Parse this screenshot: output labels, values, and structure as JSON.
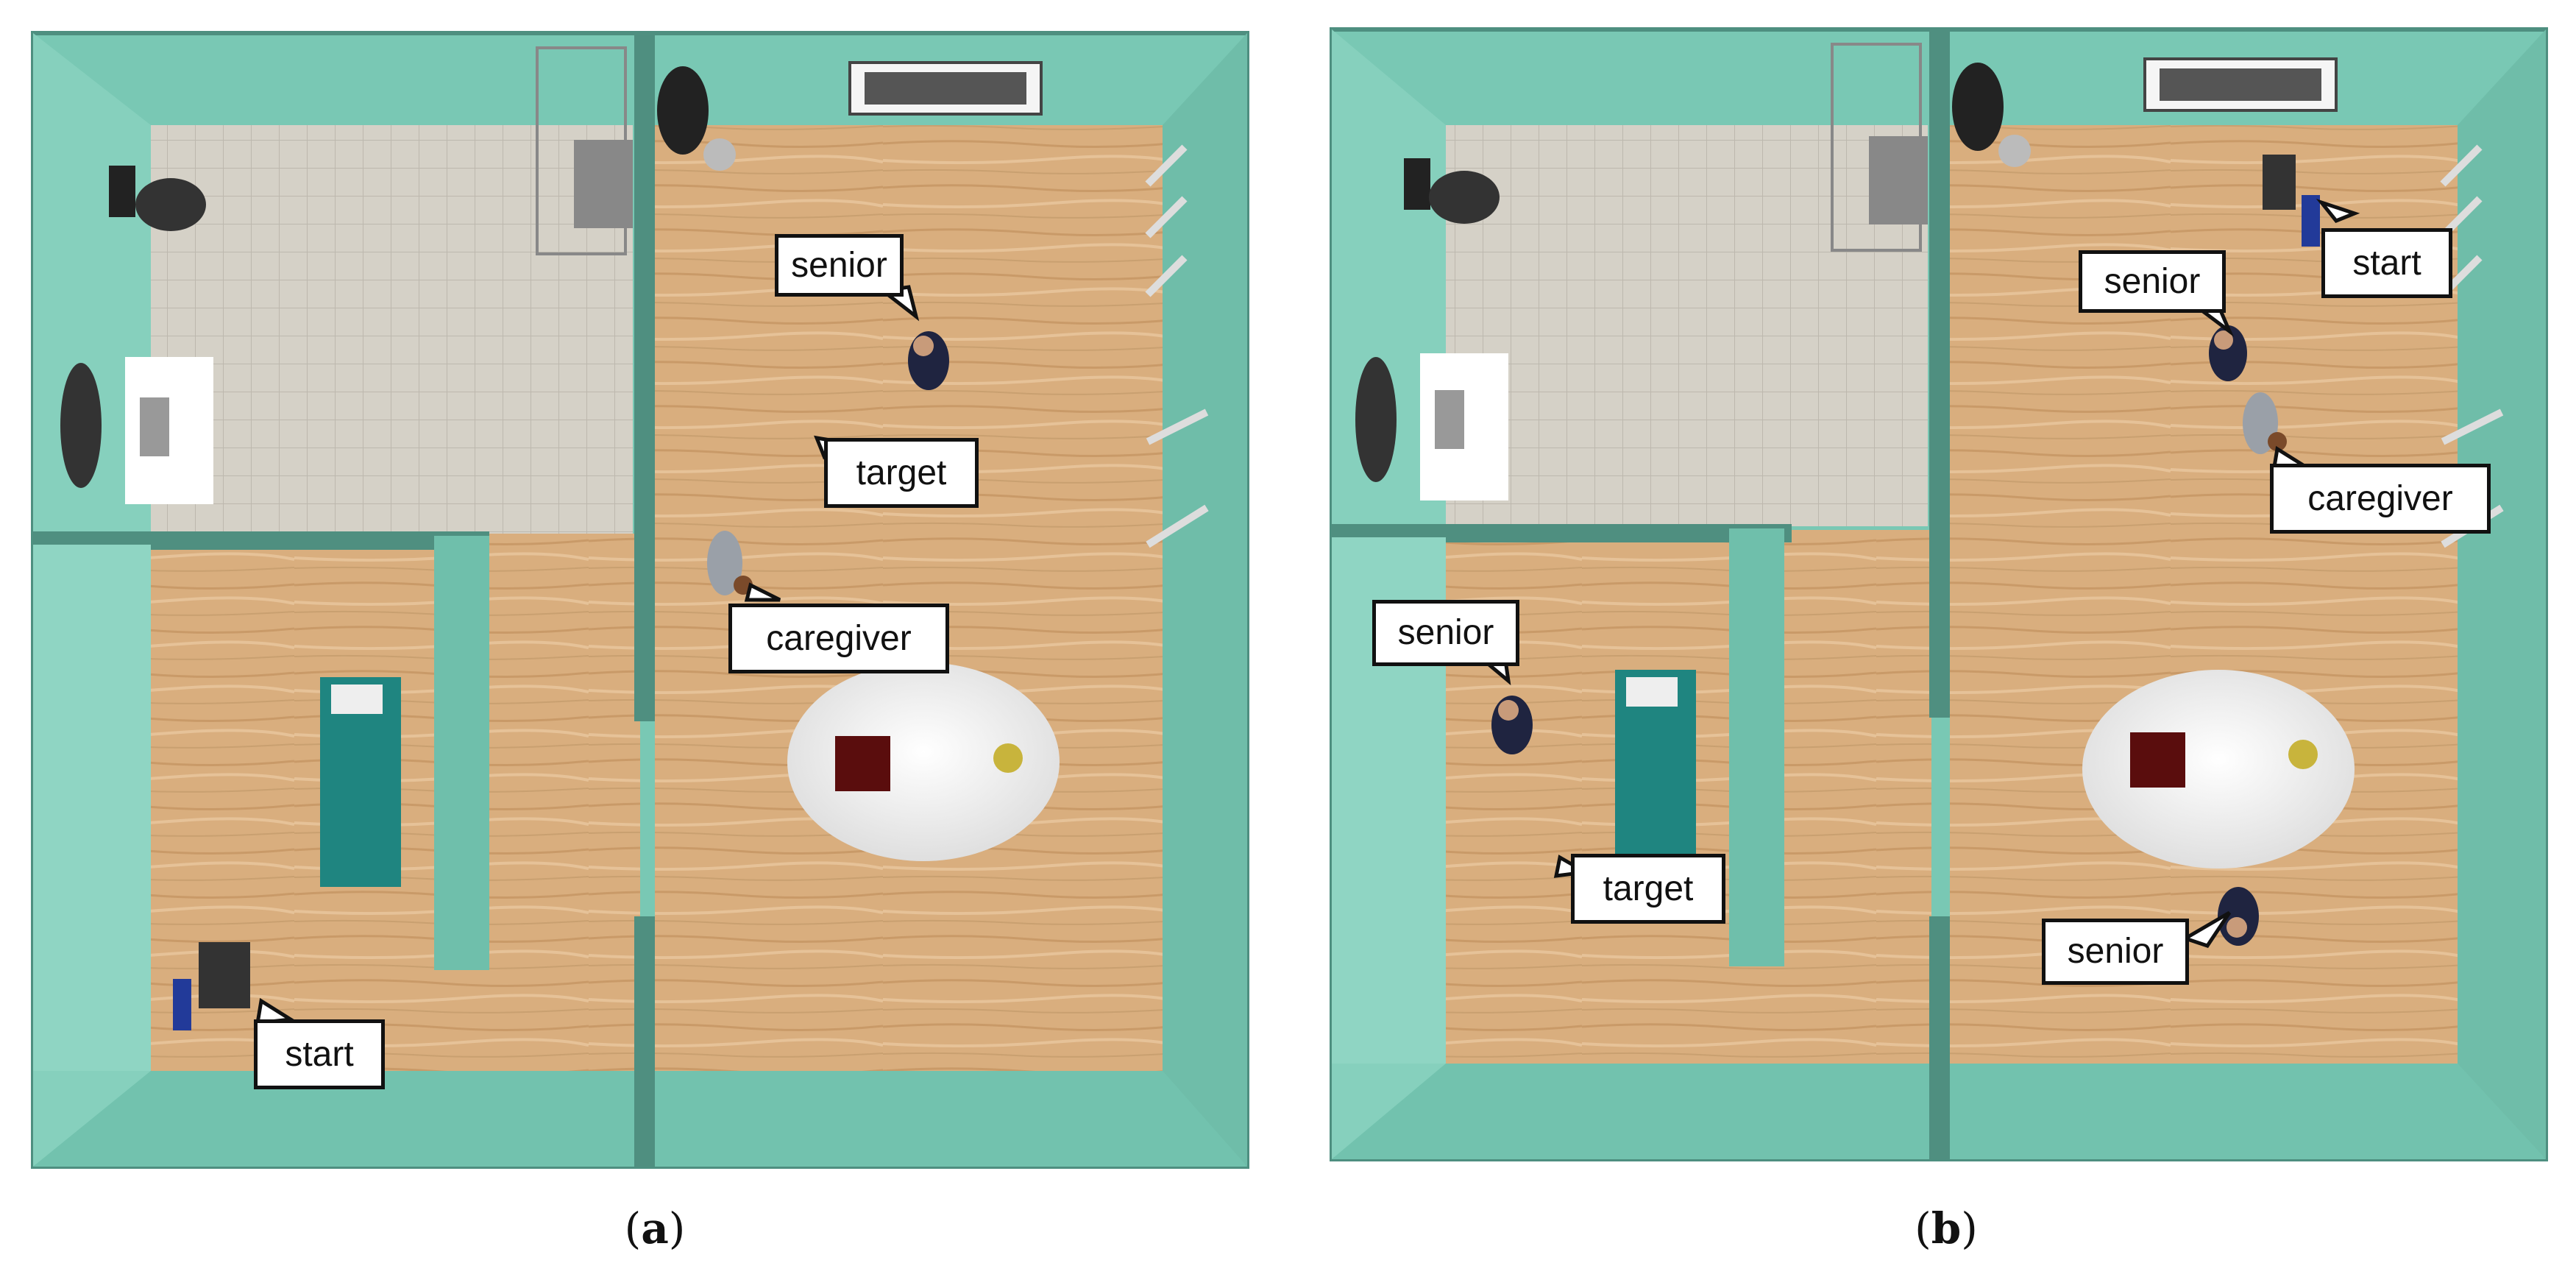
{
  "panels": [
    {
      "caption": {
        "open": "(",
        "letter": "a",
        "close": ")"
      },
      "labels": {
        "senior": "senior",
        "target": "target",
        "caregiver": "caregiver",
        "start": "start"
      }
    },
    {
      "caption": {
        "open": "(",
        "letter": "b",
        "close": ")"
      },
      "labels": {
        "start": "start",
        "senior_top": "senior",
        "caregiver": "caregiver",
        "senior_left": "senior",
        "target": "target",
        "senior_bottom": "senior"
      }
    }
  ],
  "colors": {
    "wall": "#79c8b4",
    "wall_dark": "#5aa595",
    "wood": "#d9ae7e",
    "tile": "#d7d3c9",
    "table": "#f2f2f2",
    "bed": "#1f8580"
  }
}
